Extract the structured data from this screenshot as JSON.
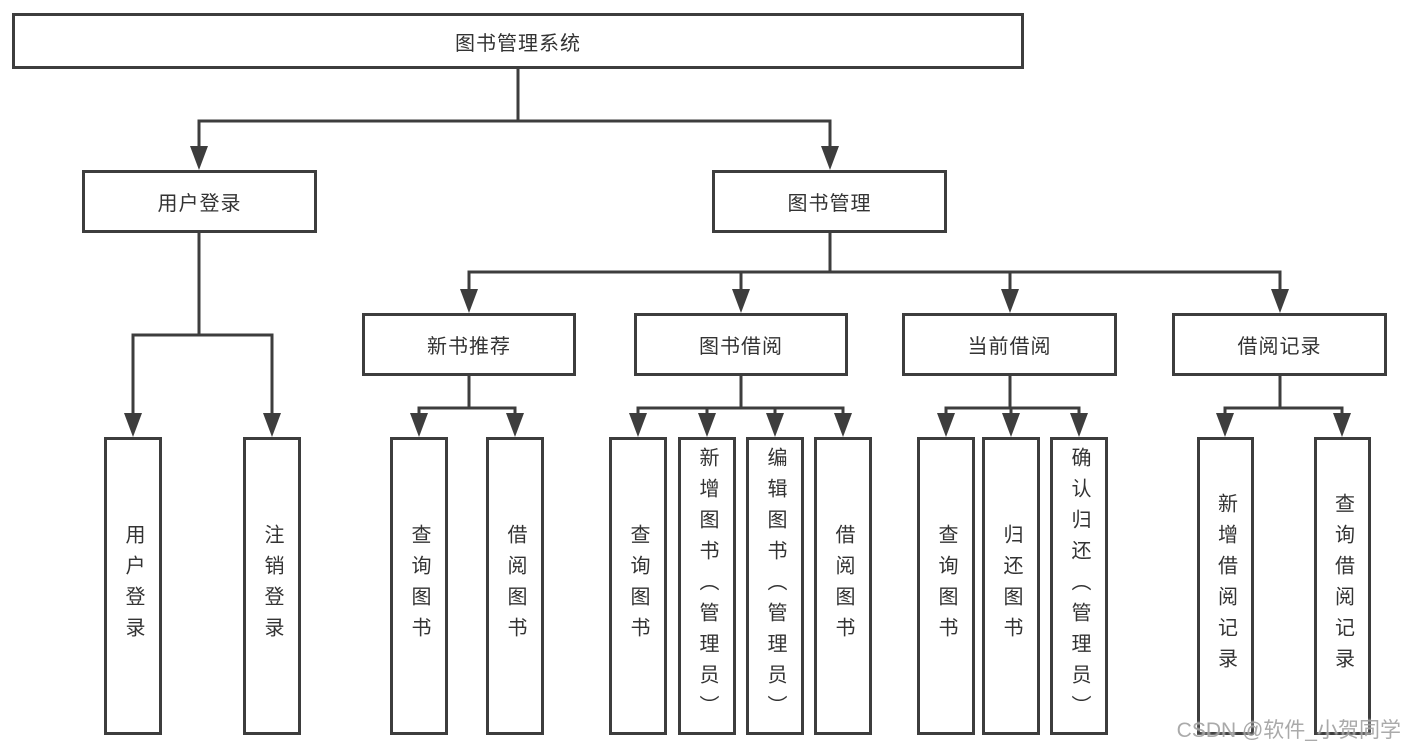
{
  "colors": {
    "line": "#3d3d3d",
    "text": "#333333",
    "box_background": "#ffffff",
    "watermark": "#9b9b9b"
  },
  "tree": {
    "root": "图书管理系统",
    "branches": [
      {
        "label": "用户登录",
        "children": [
          "用户登录",
          "注销登录"
        ]
      },
      {
        "label": "图书管理",
        "groups": [
          {
            "label": "新书推荐",
            "children": [
              "查询图书",
              "借阅图书"
            ]
          },
          {
            "label": "图书借阅",
            "children": [
              "查询图书",
              "新增图书（管理员）",
              "编辑图书（管理员）",
              "借阅图书"
            ]
          },
          {
            "label": "当前借阅",
            "children": [
              "查询图书",
              "归还图书",
              "确认归还（管理员）"
            ]
          },
          {
            "label": "借阅记录",
            "children": [
              "新增借阅记录",
              "查询借阅记录"
            ]
          }
        ]
      }
    ]
  },
  "watermark": "CSDN @软件_小贺同学"
}
